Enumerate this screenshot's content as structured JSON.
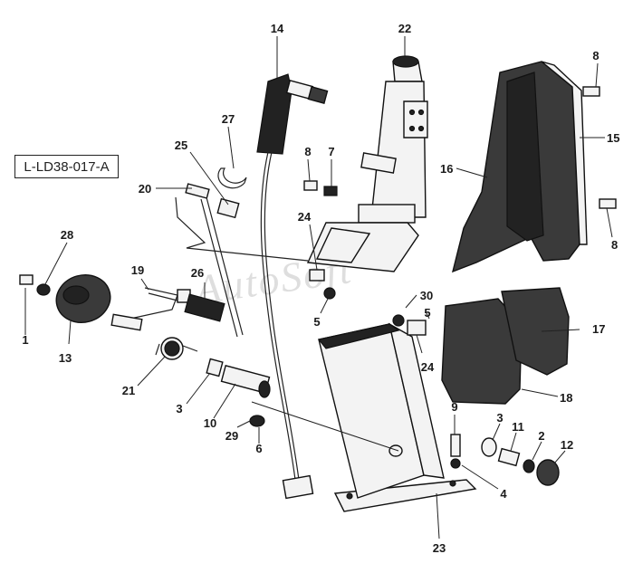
{
  "diagram_code": "L-LD38-017-A",
  "watermark": "AutoSoft",
  "callouts": {
    "c1": "1",
    "c2": "2",
    "c3a": "3",
    "c3b": "3",
    "c4": "4",
    "c5a": "5",
    "c5b": "5",
    "c6": "6",
    "c7": "7",
    "c8a": "8",
    "c8b": "8",
    "c8c": "8",
    "c9": "9",
    "c10": "10",
    "c11": "11",
    "c12": "12",
    "c13": "13",
    "c14": "14",
    "c15": "15",
    "c16": "16",
    "c17": "17",
    "c18": "18",
    "c19": "19",
    "c20": "20",
    "c21": "21",
    "c22": "22",
    "c23": "23",
    "c24a": "24",
    "c24b": "24",
    "c25": "25",
    "c26": "26",
    "c27": "27",
    "c28": "28",
    "c29": "29",
    "c30": "30"
  }
}
